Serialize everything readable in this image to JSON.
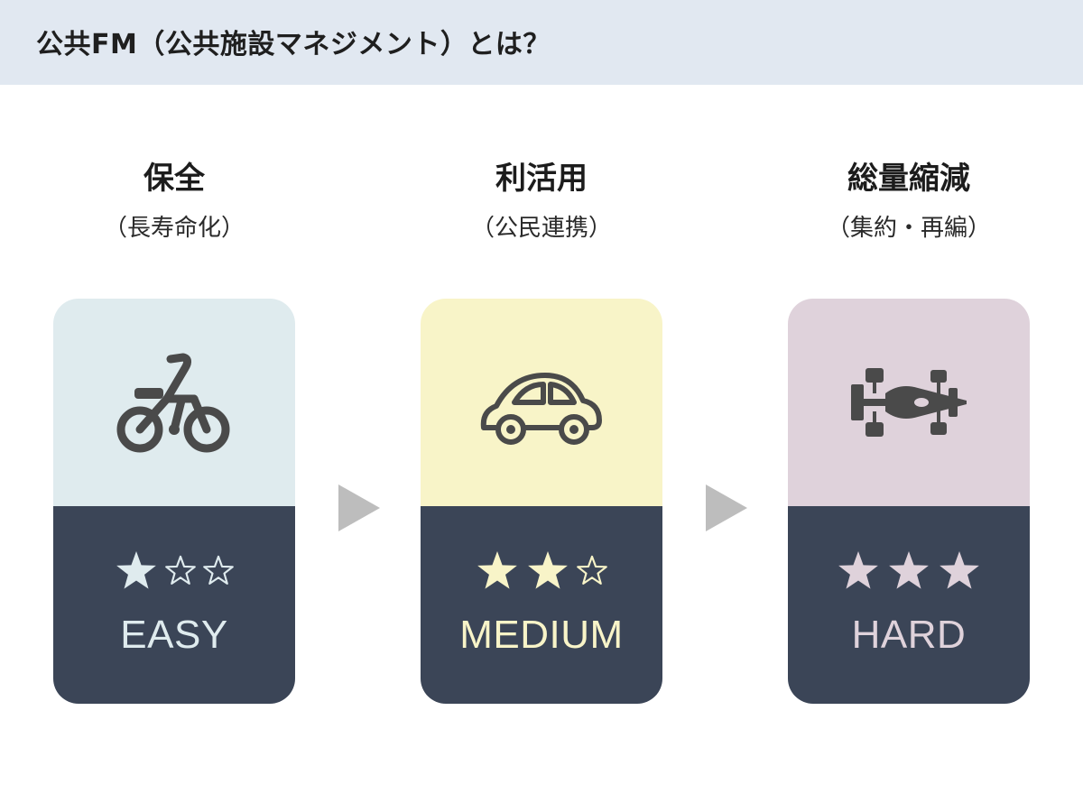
{
  "header": {
    "title": "公共FM（公共施設マネジメント）とは？"
  },
  "stages": [
    {
      "title": "保全",
      "subtitle": "（長寿命化）",
      "icon": "bicycle-icon",
      "rating": 1,
      "max_rating": 3,
      "level": "EASY",
      "top_color": "#dfebee",
      "accent_color": "#dfebee"
    },
    {
      "title": "利活用",
      "subtitle": "（公民連携）",
      "icon": "car-icon",
      "rating": 2,
      "max_rating": 3,
      "level": "MEDIUM",
      "top_color": "#f8f4c8",
      "accent_color": "#f8f4c8"
    },
    {
      "title": "総量縮減",
      "subtitle": "（集約・再編）",
      "icon": "race-car-icon",
      "rating": 3,
      "max_rating": 3,
      "level": "HARD",
      "top_color": "#dfd2db",
      "accent_color": "#dfd2db"
    }
  ],
  "colors": {
    "header_bg": "#e1e8f1",
    "card_bottom": "#3b4557",
    "icon": "#4a4a4a",
    "arrow": "#bdbdbd"
  }
}
